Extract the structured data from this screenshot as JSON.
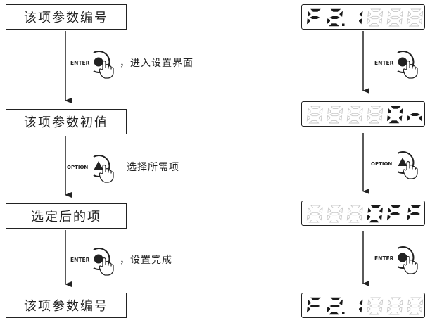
{
  "steps": [
    {
      "text": "该项参数编号"
    },
    {
      "text": "该项参数初值"
    },
    {
      "text": "选定后的项"
    },
    {
      "text": "该项参数编号"
    }
  ],
  "actions": [
    {
      "key_label": "ENTER",
      "key_type": "enter",
      "text": "，进入设置界面"
    },
    {
      "key_label": "OPTION",
      "key_type": "option",
      "text": "选择所需项"
    },
    {
      "key_label": "ENTER",
      "key_type": "enter",
      "text": "，设置完成"
    }
  ],
  "displays": [
    {
      "chars": [
        "F",
        "2.",
        "1",
        "8",
        "8",
        "8"
      ],
      "lit": [
        true,
        true,
        true,
        false,
        false,
        false
      ]
    },
    {
      "chars": [
        "8",
        "8",
        "8",
        "8",
        "0",
        "n"
      ],
      "lit": [
        false,
        false,
        false,
        false,
        true,
        true
      ]
    },
    {
      "chars": [
        "8",
        "8",
        "8",
        "0",
        "F",
        "F"
      ],
      "lit": [
        false,
        false,
        false,
        true,
        true,
        true
      ]
    },
    {
      "chars": [
        "F",
        "2.",
        "1",
        "8",
        "8",
        "8"
      ],
      "lit": [
        true,
        true,
        true,
        false,
        false,
        false
      ]
    }
  ],
  "colors": {
    "ink": "#222222",
    "segment_on": "#1a1a1a",
    "segment_off": "#c8c8c8"
  },
  "icons": [
    "enter-key-icon",
    "option-key-icon",
    "pointing-hand-icon"
  ]
}
